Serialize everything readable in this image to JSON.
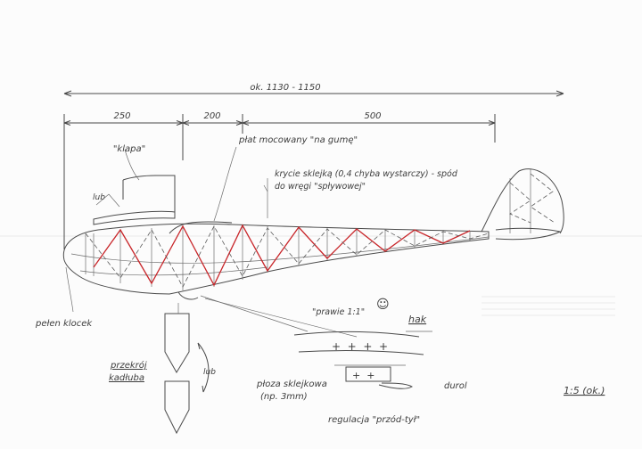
{
  "dimensions": {
    "total": "ok. 1130 - 1150",
    "front": "250",
    "middle": "200",
    "rear": "500"
  },
  "labels": {
    "wing_mount": "płat mocowany \"na gumę\"",
    "flap": "\"klapa\"",
    "or_top": "lub",
    "covering_line1": "krycie sklejką (0,4 chyba wystarczy) - spód",
    "covering_line2": "do wręgi \"spływowej\"",
    "solid_block": "pełen klocek",
    "almost": "\"prawie 1:1\"",
    "smile": "☺",
    "hook": "hak",
    "plate_line1": "płoza sklejkowa",
    "plate_line2": "(np. 3mm)",
    "dural": "durol",
    "adjust": "regulacja \"przód-tył\"",
    "section_line1": "przekrój",
    "section_line2": "kadłuba",
    "or_bottom": "lub",
    "scale": "1:5 (ok.)"
  },
  "colors": {
    "pencil": "#4a4a4a",
    "red_bracing": "#c8262a",
    "paper": "#fcfcfc"
  }
}
